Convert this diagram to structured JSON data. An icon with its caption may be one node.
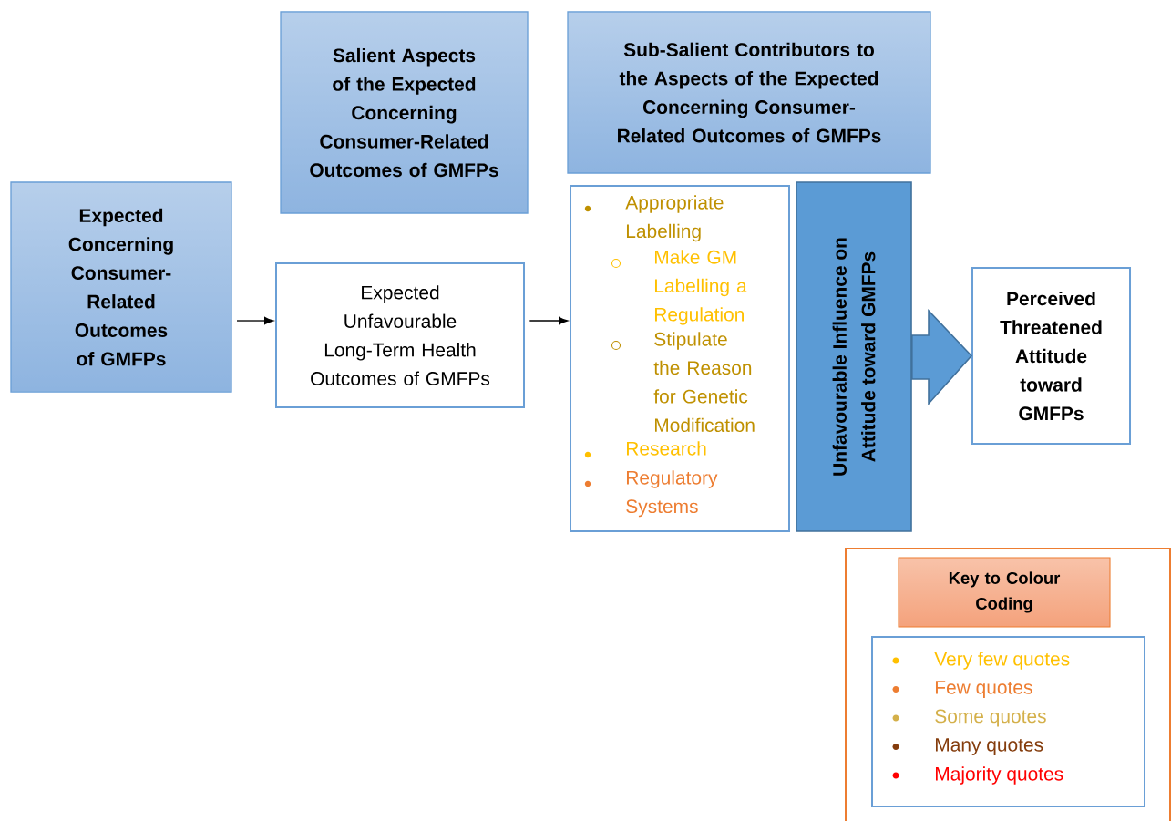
{
  "diagram": {
    "nodes": [
      {
        "text": [
          "Expected Concerning Consumer-Related Outcomes of GMFPs"
        ]
      },
      {
        "text": [
          "Salient Aspects of the Expected Concerning Consumer-Related Outcomes of GMFPs"
        ]
      },
      {
        "text": [
          "Expected Unfavourable Long-Term Health Outcomes of GMFPs"
        ]
      },
      {
        "text": [
          "Sub-Salient Contributors to the Aspects of the Expected Concerning Consumer-Related Outcomes of GMFPs"
        ]
      },
      {
        "text": [
          "Appropriate Labelling",
          "Make GM Labelling a Regulation",
          "Stipulate the Reason for Genetic Modification",
          "Research",
          "Regulatory Systems"
        ]
      },
      {
        "text": [
          "Unfavourable Influence on Attitude toward GMFPs"
        ]
      },
      {
        "text": [
          "Perceived Threatened Attitude toward GMFPs"
        ]
      },
      {
        "text": [],
        "shape": "box"
      },
      {
        "text": [
          "Key to Colour Coding"
        ],
        "in": 7
      }
    ],
    "edges": [
      {
        "from": 0,
        "to": 2,
        "arrow": "to"
      },
      {
        "from": 2,
        "to": 4,
        "arrow": "to"
      },
      {
        "from": 5,
        "to": 6,
        "arrow": "to"
      }
    ],
    "legend": [
      {
        "text": "Very few quotes",
        "color": "#ffc000"
      },
      {
        "text": "Few quotes",
        "color": "#ed7d31"
      },
      {
        "text": "Some quotes",
        "color": "#d4b04a"
      },
      {
        "text": "Many quotes",
        "color": "#843c0c"
      },
      {
        "text": "Majority quotes",
        "color": "#ff0000"
      }
    ]
  }
}
